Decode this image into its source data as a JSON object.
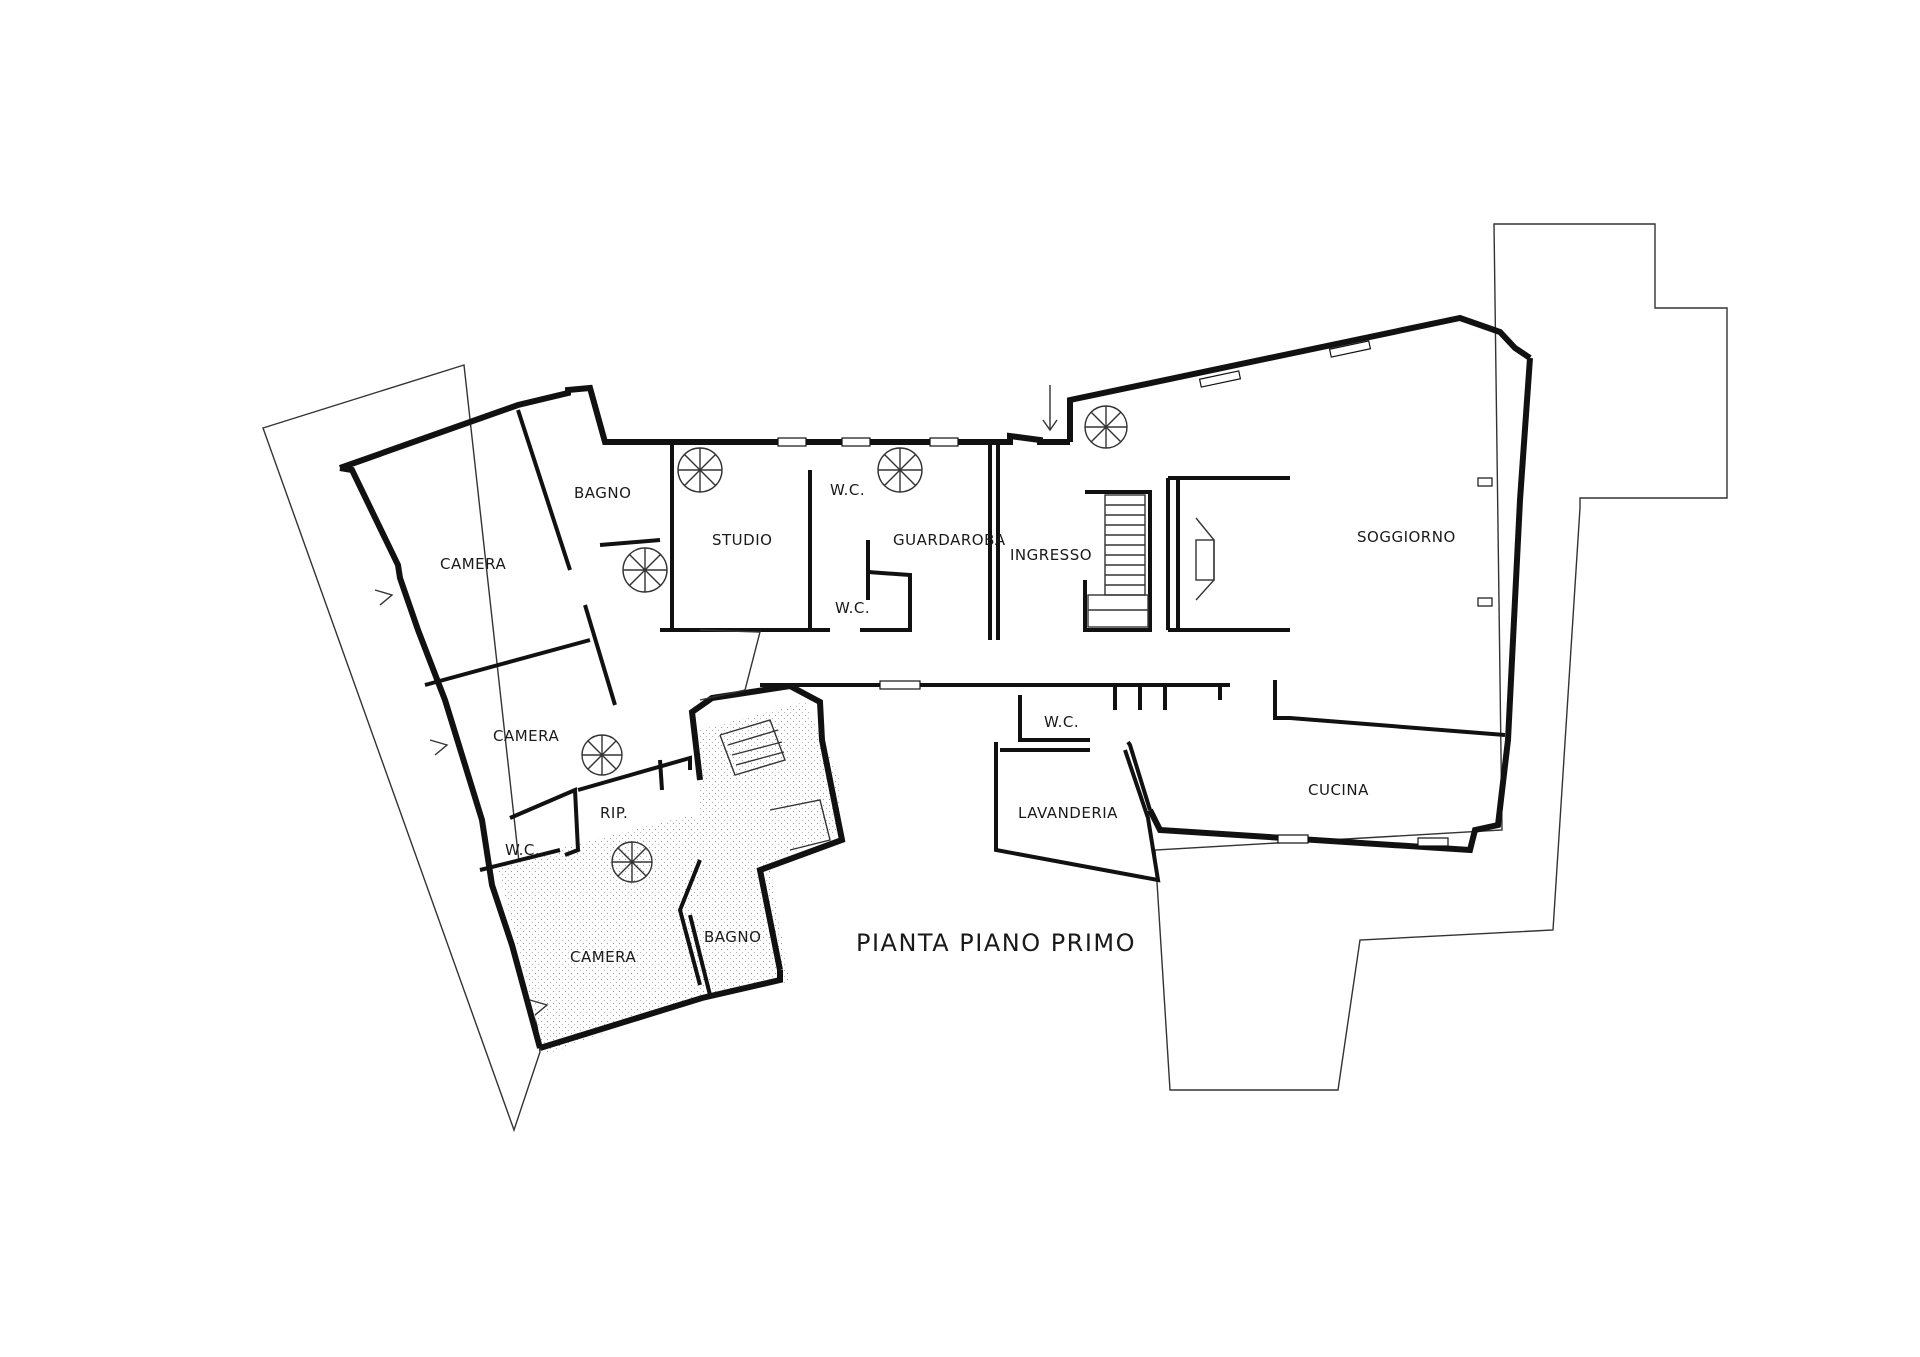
{
  "title": "PIANTA PIANO PRIMO",
  "rooms": {
    "camera_1": "CAMERA",
    "bagno_1": "BAGNO",
    "studio": "STUDIO",
    "wc_1": "W.C.",
    "guardaroba": "GUARDAROBA",
    "wc_2": "W.C.",
    "ingresso": "INGRESSO",
    "soggiorno": "SOGGIORNO",
    "camera_2": "CAMERA",
    "rip": "RIP.",
    "wc_3": "W.C.",
    "camera_3": "CAMERA",
    "bagno_2": "BAGNO",
    "wc_4": "W.C.",
    "lavanderia": "LAVANDERIA",
    "cucina": "CUCINA"
  }
}
